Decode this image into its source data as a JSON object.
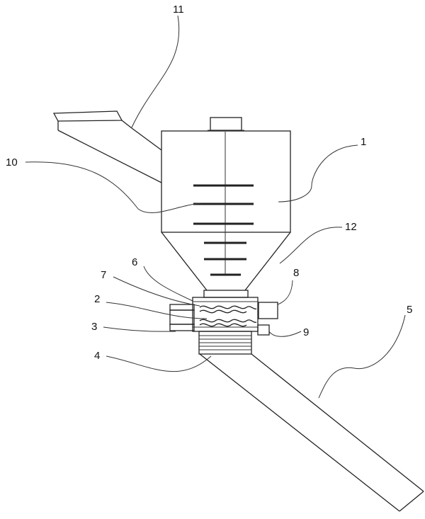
{
  "diagram": {
    "labels": {
      "l1": "1",
      "l2": "2",
      "l3": "3",
      "l4": "4",
      "l5": "5",
      "l6": "6",
      "l7": "7",
      "l8": "8",
      "l9": "9",
      "l10": "10",
      "l11": "11",
      "l12": "12"
    },
    "colors": {
      "line": "#222222",
      "background": "#ffffff"
    }
  }
}
